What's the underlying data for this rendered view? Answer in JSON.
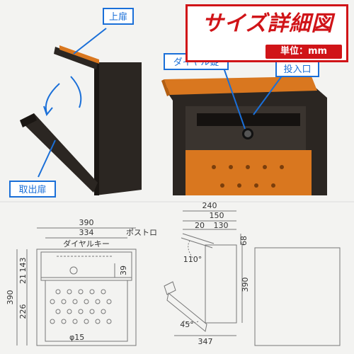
{
  "title": "サイズ詳細図",
  "unit": "単位：mm",
  "labels": {
    "upper_door": "上扉",
    "take_out_door": "取出扉",
    "dial_lock": "ダイヤル錠",
    "slot": "投入口"
  },
  "front_view": {
    "width_total": "390",
    "width_inner": "334",
    "dial_key": "ダイヤルキー",
    "post": "ポストロ",
    "dim_143": "143",
    "dim_21": "21",
    "dim_226": "226",
    "dim_390": "390",
    "dim_39": "39",
    "hole_dia": "φ15"
  },
  "side_view": {
    "dim_240": "240",
    "dim_150": "150",
    "dim_20": "20",
    "dim_130": "130",
    "dim_68": "68",
    "dim_390": "390",
    "angle_110": "110°",
    "angle_45": "45°",
    "dim_347": "347"
  },
  "colors": {
    "accent": "#d01418",
    "callout": "#1a6fd8",
    "body": "#2a2521",
    "panel": "#d9771f"
  }
}
